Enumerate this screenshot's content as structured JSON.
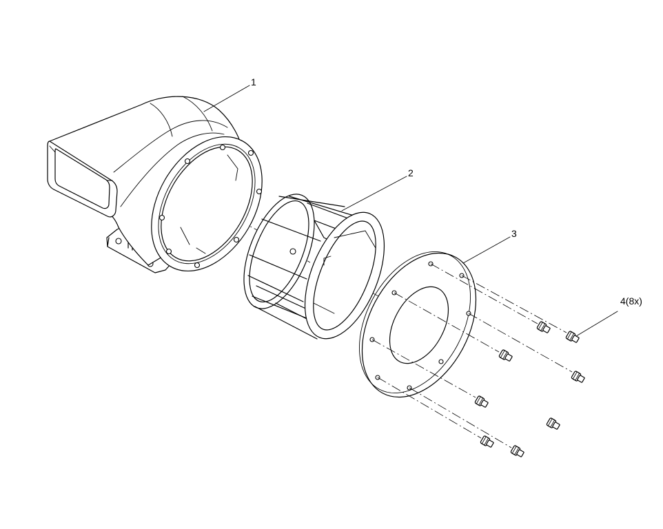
{
  "callouts": {
    "housing": "1",
    "impeller": "2",
    "cover_plate": "3",
    "screws": "4(8x)"
  }
}
